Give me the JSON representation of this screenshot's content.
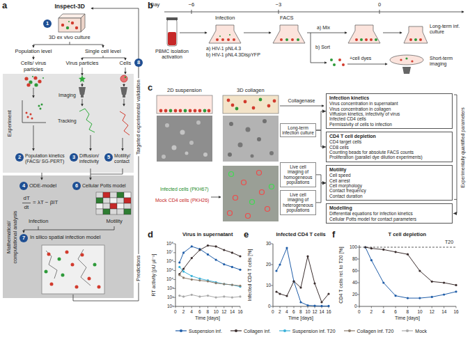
{
  "diagram": {
    "nodes": [
      {
        "text": [
          "1"
        ]
      },
      {
        "text": [
          "Experiment"
        ]
      },
      {
        "text": [
          "2"
        ],
        "in": 1
      },
      {
        "text": [
          "3"
        ],
        "in": 1
      },
      {
        "text": [
          "5"
        ],
        "in": 1
      },
      {
        "text": [
          "Mathematical/ computational analysis"
        ]
      },
      {
        "text": [
          "4"
        ],
        "in": 5
      },
      {
        "text": [
          "6"
        ],
        "in": 5
      },
      {
        "text": [
          "7"
        ],
        "in": 5
      },
      {
        "text": [
          "8"
        ]
      },
      {
        "text": [
          "Long-term infection culture"
        ]
      },
      {
        "text": [
          "Live cell imaging of homogeneous populations"
        ]
      },
      {
        "text": [
          "Live cell imaging of heterogeneous populations"
        ]
      },
      {
        "text": [
          "Infection kinetics",
          "Virus concentration in supernatant",
          "Virus concentration in collagen",
          "Viffusion kinetics, infectivity of virus",
          "Infected CD4 cells",
          "Permissivity of cells to infection"
        ]
      },
      {
        "text": [
          "CD4 T cell depletion",
          "CD4 target cells",
          "CD8 cells",
          "Counting beads for absolute FACS counts",
          "Proliferation (parallel dye dilution experiments)"
        ]
      },
      {
        "text": [
          "Motility",
          "Cell speed",
          "Cell arrest",
          "Cell morphology",
          "Contact frequency",
          "Contact duration"
        ]
      },
      {
        "text": [
          "Modelling",
          "Differential equations for infection kinetics",
          "Cellular Potts model for contact parameters"
        ]
      }
    ],
    "edges": [
      {
        "from": 10,
        "to": 13,
        "arrow": "to"
      },
      {
        "from": 10,
        "to": 14,
        "arrow": "to"
      },
      {
        "from": 11,
        "to": 15,
        "arrow": "to"
      },
      {
        "from": 12,
        "to": 15,
        "arrow": "to"
      }
    ],
    "labels": [
      "a",
      "Inspect-3D",
      "3D ex vivo culture",
      "Population level",
      "Single cell level",
      "Cells/ virus particles",
      "Virus particles",
      "Cells",
      "Imaging",
      "Tracking",
      "Population kinetics (FACS/ SG-PERT)",
      "Diffusion/ infectivity",
      "Motility/ contact",
      "ODE-model",
      "dT",
      "dt",
      "= λT − βIT",
      "Infection",
      "Cellular Potts model",
      "Motility",
      "In silico spatial infection model",
      "Targeted experimental validation",
      "Predictions",
      "b",
      "Day",
      "−6",
      "−3",
      "0",
      "PBMC isolation activation",
      "Infection",
      "a) HIV-1 pNL4.3",
      "b) HIV-1 pNL4.3DispYFP",
      "FACS",
      "a) Mix",
      "b) Sort",
      "+cell dyes",
      "Long-term inf. culture",
      "Short-term imaging",
      "c",
      "2D suspension",
      "3D collagen",
      "Collagenase",
      "Infected cells (PKH67)",
      "Mock CD4 cells (PKH26)",
      "Experimentally quantified parameters",
      "d",
      "Virus in supernatant",
      "RT activity [pU µl⁻¹]",
      "10⁸",
      "10⁷",
      "10⁶",
      "10⁵",
      "10⁴",
      "10³",
      "10²",
      "10¹",
      "0",
      "2",
      "4",
      "6",
      "8",
      "10",
      "12",
      "14",
      "16",
      "Time [days]",
      "e",
      "Infected CD4 T cells",
      "Infected CD4 T cells [%]",
      "30",
      "20",
      "10",
      "0",
      "0",
      "2",
      "4",
      "6",
      "8",
      "10",
      "12",
      "14",
      "16",
      "Time [days]",
      "f",
      "T cell depletion",
      "CD4 T cells rel. to T20 [%]",
      "100",
      "80",
      "60",
      "40",
      "20",
      "0",
      "0",
      "2",
      "4",
      "6",
      "8",
      "10",
      "12",
      "14",
      "16",
      "Time [days]",
      "T20"
    ],
    "legend": [
      {
        "text": "Suspension inf.",
        "color": "#1f5da8"
      },
      {
        "text": "Collagen inf.",
        "color": "#3b2e2e"
      },
      {
        "text": "Suspension inf. T20",
        "color": "#39b0d8"
      },
      {
        "text": "Collagen inf. T20",
        "color": "#8a7a6a"
      },
      {
        "text": "Mock",
        "color": "#a8a8a8"
      }
    ]
  }
}
